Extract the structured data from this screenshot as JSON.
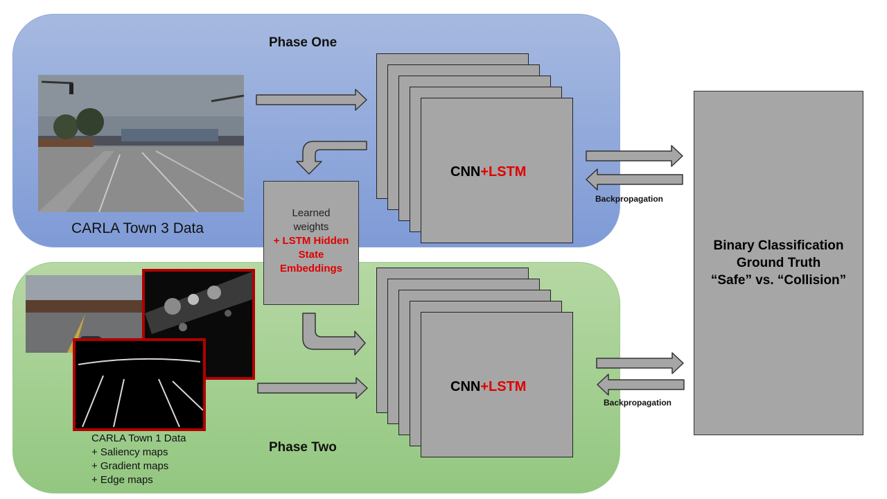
{
  "phase_one": {
    "title": "Phase One",
    "caption": "CARLA Town 3 Data"
  },
  "phase_two": {
    "title": "Phase Two",
    "caption_lines": [
      "CARLA Town 1 Data",
      "+  Saliency maps",
      "+ Gradient maps",
      "+ Edge maps"
    ]
  },
  "model": {
    "cnn": "CNN",
    "lstm": "+LSTM"
  },
  "learned_weights": {
    "line1": "Learned",
    "line2": "weights",
    "line3": "+ LSTM Hidden",
    "line4": "State",
    "line5": "Embeddings"
  },
  "ground_truth": {
    "line1": "Binary Classification",
    "line2": "Ground Truth",
    "line3": "“Safe” vs. “Collision”"
  },
  "backprop_label": "Backpropagation",
  "colors": {
    "accent_red": "#e00000",
    "frame_red": "#b10000",
    "phase_one_bg": "#8fa6d8",
    "phase_two_bg": "#9cc98a",
    "box_gray": "#a6a6a6"
  }
}
